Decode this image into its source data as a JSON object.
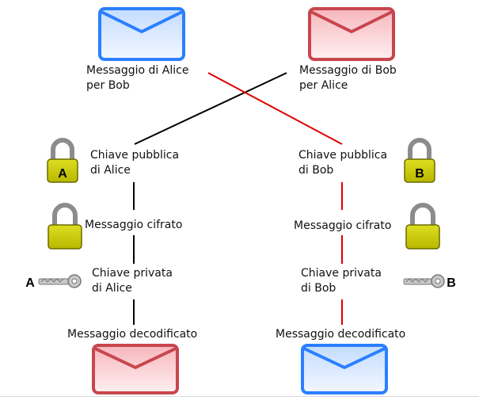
{
  "alice_side": {
    "message_label": "Messaggio di Alice\nper Bob",
    "public_key_label": "Chiave pubblica\ndi Alice",
    "encrypted_label": "Messaggio cifrato",
    "private_key_label": "Chiave privata\ndi Alice",
    "decoded_label": "Messaggio decodificato",
    "lock_letter": "A",
    "key_letter": "A"
  },
  "bob_side": {
    "message_label": "Messaggio di Bob\nper Alice",
    "public_key_label": "Chiave pubblica\ndi Bob",
    "encrypted_label": "Messaggio cifrato",
    "private_key_label": "Chiave privata\ndi Bob",
    "decoded_label": "Messaggio decodificato",
    "lock_letter": "B",
    "key_letter": "B"
  },
  "colors": {
    "alice_path": "#000000",
    "bob_path": "#e00000",
    "blue_envelope_stroke": "#2a7fff",
    "blue_envelope_fill": "#e8f1ff",
    "red_envelope_stroke": "#c8464e",
    "red_envelope_fill": "#fde8ea",
    "lock_body": "#cccc00",
    "lock_shackle": "#999999",
    "key_body": "#c8c8c8"
  }
}
